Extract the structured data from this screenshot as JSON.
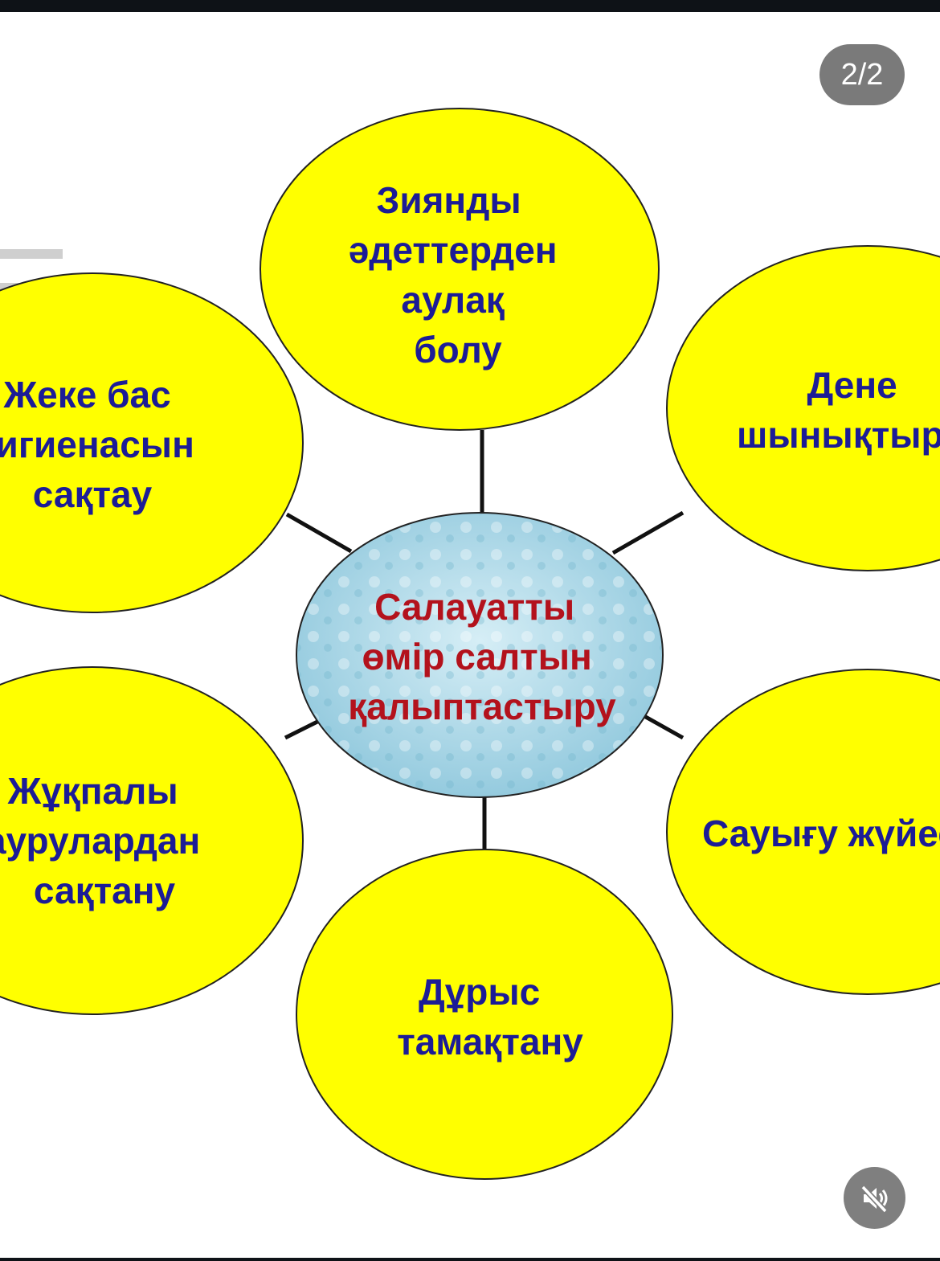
{
  "slide_counter": "2/2",
  "icons": {
    "mute": "speaker-muted-icon"
  },
  "colors": {
    "bubble_fill": "#ffff00",
    "bubble_text": "#1c1c96",
    "center_text": "#b3121c",
    "center_fill": "#a9d6e6"
  },
  "diagram": {
    "center": [
      "Салауатты",
      "өмір салтын",
      "қалыптастыру"
    ],
    "nodes": {
      "top": [
        "Зиянды",
        "әдеттерден",
        "аулақ",
        "болу"
      ],
      "top_left": [
        "Жеке бас",
        "гигиенасын",
        "сақтау"
      ],
      "top_right": [
        "Дене",
        "шынықтыру"
      ],
      "bottom_left": [
        "Жұқпалы",
        "аурулардан",
        "сақтану"
      ],
      "bottom_right": [
        "Сауығу жүйесі"
      ],
      "bottom": [
        "Дұрыс",
        "тамақтану"
      ]
    }
  }
}
